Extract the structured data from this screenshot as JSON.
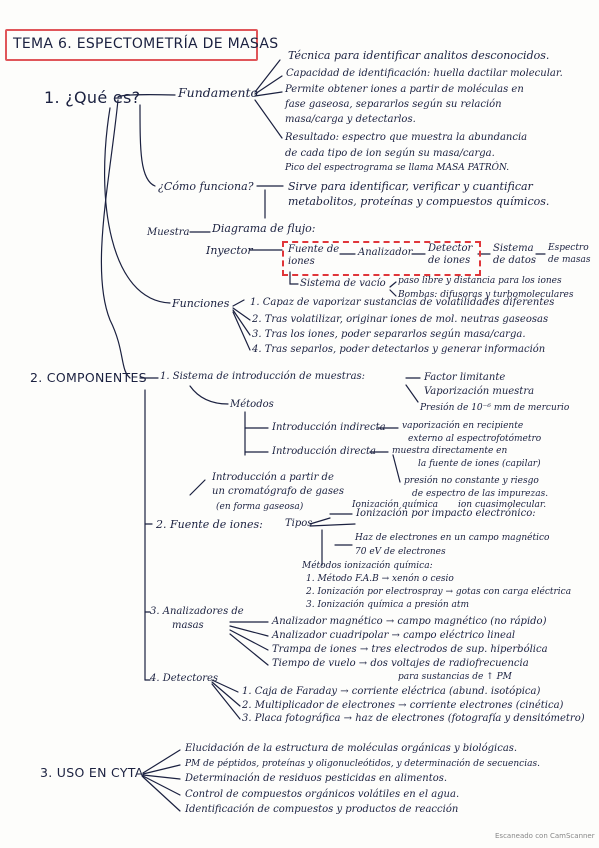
{
  "title": "TEMA 6. ESPECTOMETRÍA DE MASAS",
  "s1": {
    "heading": "1. ¿Qué es?",
    "fundamento": "Fundamento",
    "f1": "Técnica para identificar analitos desconocidos.",
    "f2": "Capacidad de identificación: huella dactilar molecular.",
    "f3a": "Permite obtener iones a partir de moléculas en",
    "f3b": "fase gaseosa, separarlos según su relación",
    "f3c": "masa/carga y detectarlos.",
    "f4a": "Resultado: espectro que muestra la abundancia",
    "f4b": "de cada tipo de ion según su masa/carga.",
    "f4c": "Pico del espectrograma se llama MASA PATRÓN.",
    "como": "¿Cómo funciona?",
    "c1a": "Sirve para identificar, verificar y cuantificar",
    "c1b": "metabolitos, proteínas y compuestos químicos.",
    "muestra": "Muestra",
    "diagrama": "Diagrama de flujo:",
    "inyector": "Inyector",
    "fuente_a": "Fuente de",
    "fuente_b": "iones",
    "analizador": "Analizador",
    "detector_a": "Detector",
    "detector_b": "de iones",
    "sistema_a": "Sistema",
    "sistema_b": "de datos",
    "espectro_a": "Espectro",
    "espectro_b": "de masas",
    "vacio": "Sistema de vacío",
    "v1": "paso libre y distancia para los iones",
    "v2": "Bombas: difusoras y turbomoleculares",
    "funciones": "Funciones",
    "fn1": "1. Capaz de vaporizar sustancias de volatilidades diferentes",
    "fn2": "2. Tras volatilizar, originar iones de mol. neutras gaseosas",
    "fn3": "3. Tras los iones, poder separarlos según masa/carga.",
    "fn4": "4. Tras separlos, poder detectarlos y generar información"
  },
  "s2": {
    "heading": "2. COMPONENTES",
    "c1": "1. Sistema de introducción de muestras:",
    "factor": "Factor limitante",
    "vapor": "Vaporización muestra",
    "presion": "Presión de 10⁻⁶ mm de mercurio",
    "metodos": "Métodos",
    "ind": "Introducción indirecta",
    "ind_r1": "vaporización en recipiente",
    "ind_r2": "externo al espectrofotómetro",
    "dir": "Introducción directa",
    "dir_r1": "muestra directamente en",
    "dir_r2": "la fuente de iones (capilar)",
    "dir_r3": "presión no constante y riesgo",
    "dir_r4": "de espectro de las impurezas.",
    "crom1": "Introducción a partir de",
    "crom2": "un cromatógrafo de gases",
    "crom3": "(en forma gaseosa)",
    "quim": "Ionización química",
    "quim_r": "ion cuasimolecular.",
    "c2": "2. Fuente de iones:",
    "tipos": "Tipos",
    "impacto": "Ionización por impacto electrónico:",
    "imp1": "Haz de electrones en un campo magnético",
    "imp2": "70 eV de electrones",
    "met_q": "Métodos ionización química:",
    "mq1": "1. Método F.A.B → xenón o cesio",
    "mq2": "2. Ionización por electrospray → gotas con carga eléctrica",
    "mq3": "3. Ionización química a presión atm",
    "c3a": "3. Analizadores de",
    "c3b": "masas",
    "an1": "Analizador magnético → campo magnético (no rápido)",
    "an2": "Analizador cuadripolar → campo eléctrico lineal",
    "an3": "Trampa de iones → tres electrodos de sup. hiperbólica",
    "an4a": "Tiempo de vuelo → dos voltajes de radiofrecuencia",
    "an4b": "para sustancias de ↑ PM",
    "c4": "4. Detectores",
    "d1": "1. Caja de Faraday → corriente eléctrica (abund. isotópica)",
    "d2": "2. Multiplicador de electrones → corriente electrones (cinética)",
    "d3": "3. Placa fotográfica → haz de electrones (fotografía y densitómetro)"
  },
  "s3": {
    "heading": "3. USO EN CYTA",
    "u1": "Elucidación de la estructura de moléculas orgánicas y biológicas.",
    "u2a": "PM de péptidos, proteínas y oligonucleótidos, y determinación de secuencias.",
    "u3": "Determinación de residuos pesticidas en alimentos.",
    "u4": "Control de compuestos orgánicos volátiles en el agua.",
    "u5": "Identificación de compuestos y productos de reacción"
  },
  "footer": "Escaneado con CamScanner",
  "colors": {
    "ink": "#1b2140",
    "accent": "#e0363a"
  }
}
